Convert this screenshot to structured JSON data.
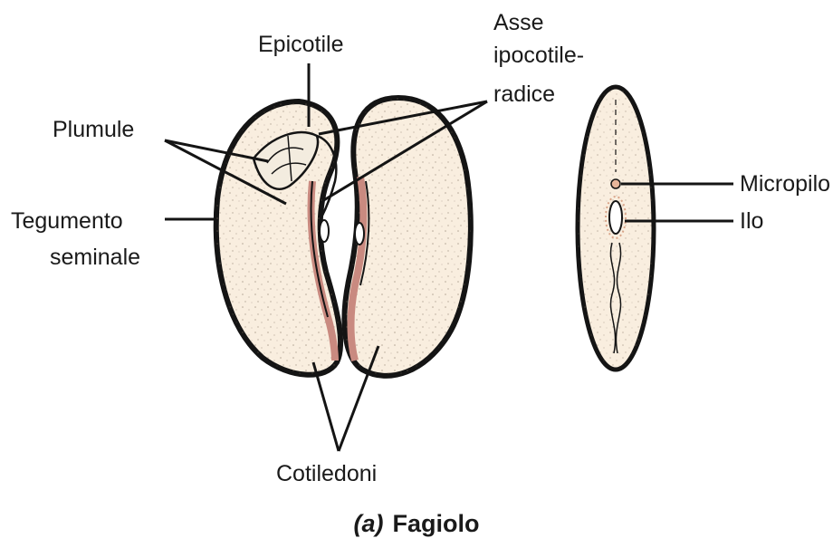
{
  "labels": {
    "epicotile": "Epicotile",
    "asse_line1": "Asse",
    "asse_line2": "ipocotile-",
    "asse_line3": "radice",
    "plumule": "Plumule",
    "tegumento_line1": "Tegumento",
    "tegumento_line2": "seminale",
    "cotiledoni": "Cotiledoni",
    "micropilo": "Micropilo",
    "ilo": "Ilo"
  },
  "caption": {
    "tag": "(a)",
    "title": "Fagiolo"
  },
  "colors": {
    "seed_fill": "#f9eedf",
    "seed_outline": "#141414",
    "axis_pink": "#c98a80",
    "text": "#1a1a1a"
  }
}
